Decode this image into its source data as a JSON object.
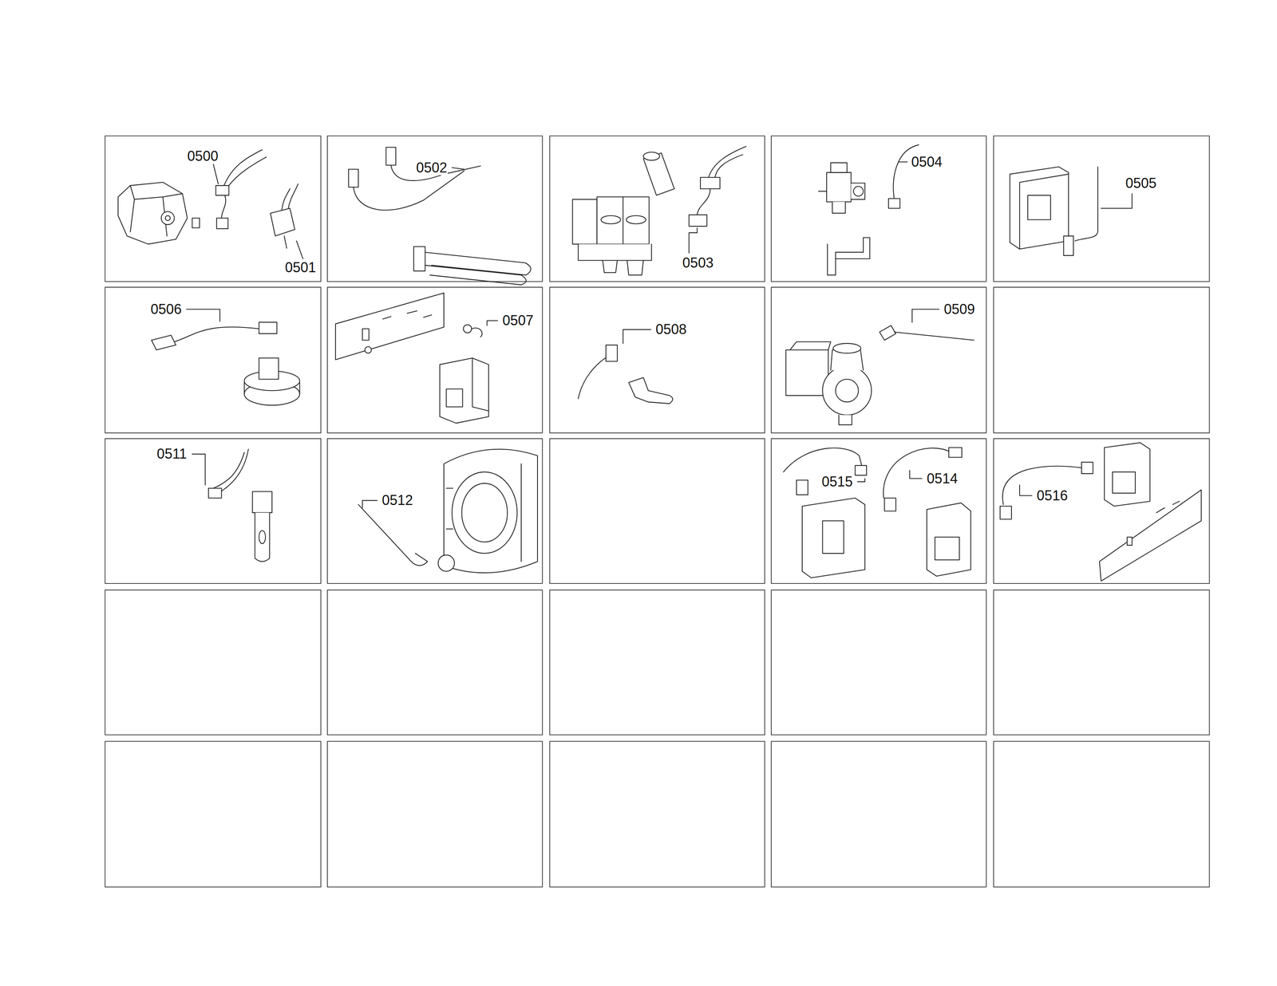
{
  "diagram": {
    "labels": [
      "0500",
      "0501",
      "0502",
      "0503",
      "0504",
      "0505",
      "0506",
      "0507",
      "0508",
      "0509",
      "0511",
      "0512",
      "0515",
      "0514",
      "0516"
    ]
  }
}
